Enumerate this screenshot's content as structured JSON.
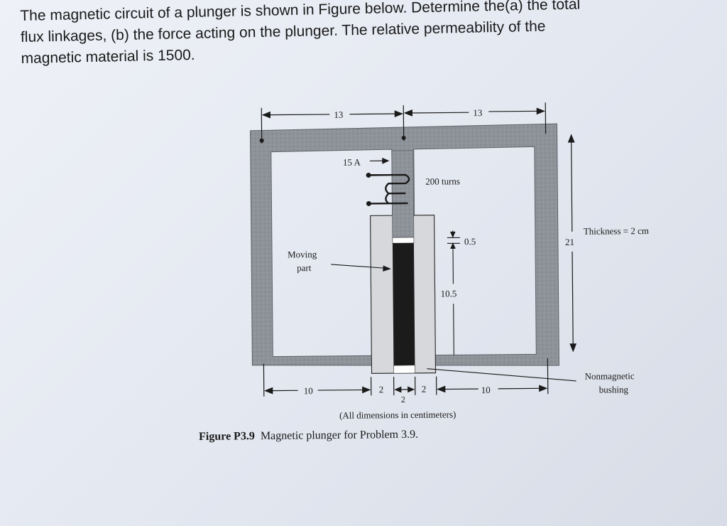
{
  "question": {
    "line1": "The magnetic circuit of a plunger is shown in Figure below. Determine the(a) the total",
    "line2": "flux linkages, (b) the force acting on the plunger. The relative permeability of the",
    "line3": "magnetic material is 1500."
  },
  "figure": {
    "dim_top_left": "13",
    "dim_top_right": "13",
    "current_label": "15 A",
    "turns_label": "200 turns",
    "gap_label": "0.5",
    "plunger_len_label": "10.5",
    "height_label": "21",
    "thickness_label": "Thickness = 2 cm",
    "moving_line1": "Moving",
    "moving_line2": "part",
    "bushing_line1": "Nonmagnetic",
    "bushing_line2": "bushing",
    "dim_bottom_left": "10",
    "dim_bottom_2a": "2",
    "dim_bottom_2b": "2",
    "dim_bottom_2c": "2",
    "dim_bottom_right": "10",
    "units_note": "(All dimensions in centimeters)"
  },
  "caption": {
    "label": "Figure P3.9",
    "text": "Magnetic plunger for Problem 3.9."
  },
  "colors": {
    "core": "#8e9299",
    "core_dark": "#6f737a",
    "bushing": "#d6d8dc",
    "plunger": "#1b1b1b",
    "ink": "#1a1a1a"
  }
}
